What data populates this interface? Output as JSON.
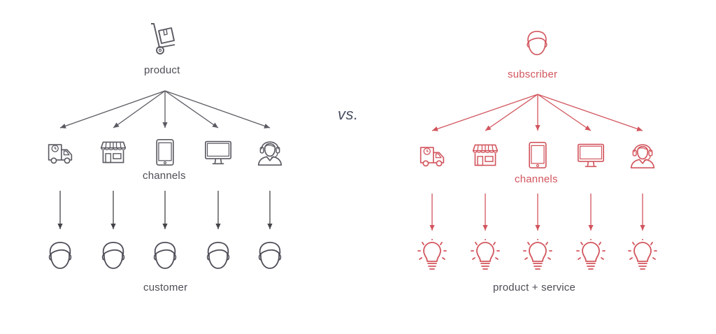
{
  "left": {
    "top_label": "product",
    "middle_label": "channels",
    "bottom_label": "customer",
    "color": "#5a5a62"
  },
  "right": {
    "top_label": "subscriber",
    "middle_label": "channels",
    "bottom_label": "product + service",
    "color": "#d2555d"
  },
  "vs_label": "vs.",
  "channel_icons": [
    "delivery-truck-icon",
    "storefront-icon",
    "tablet-icon",
    "monitor-icon",
    "headset-agent-icon"
  ],
  "left_top_icon": "hand-truck-box-icon",
  "right_top_icon": "person-head-icon",
  "left_bottom_icon": "person-head-icon",
  "right_bottom_icon": "lightbulb-icon",
  "accent_color": "#e3a3a7"
}
